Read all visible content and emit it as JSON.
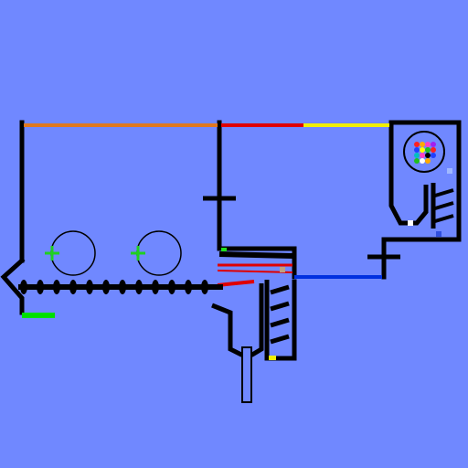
{
  "game": {
    "background_color": "#7088FF",
    "wall_color": "#000000",
    "wire_colors": {
      "orange": "#E07820",
      "red": "#E00000",
      "yellow": "#F0F000",
      "blue": "#0030E0",
      "green": "#00E000"
    },
    "ball_palette": [
      "#FF2020",
      "#FFAA00",
      "#FFFF00",
      "#20C020",
      "#00C0C0",
      "#2040FF",
      "#A020F0",
      "#FF40C0",
      "#FFFFFF",
      "#000000",
      "#808080",
      "#602000"
    ],
    "spawn_markers": [
      "plus-1",
      "plus-2"
    ],
    "conveyor_links": 12
  }
}
